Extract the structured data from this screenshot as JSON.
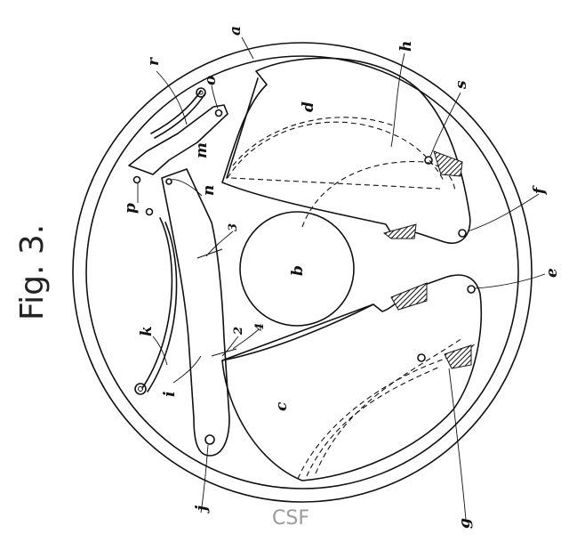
{
  "figure_title": "Fig. 3.",
  "watermark": "CSF",
  "labels": {
    "a": "a",
    "b": "b",
    "c": "c",
    "d": "d",
    "e": "e",
    "f": "f",
    "g": "g",
    "h": "h",
    "i": "i",
    "j": "j",
    "k": "k",
    "m": "m",
    "n": "n",
    "o": "o",
    "p": "p",
    "r": "r",
    "s": "s",
    "n2": "2",
    "n3": "3",
    "n4": "4"
  }
}
